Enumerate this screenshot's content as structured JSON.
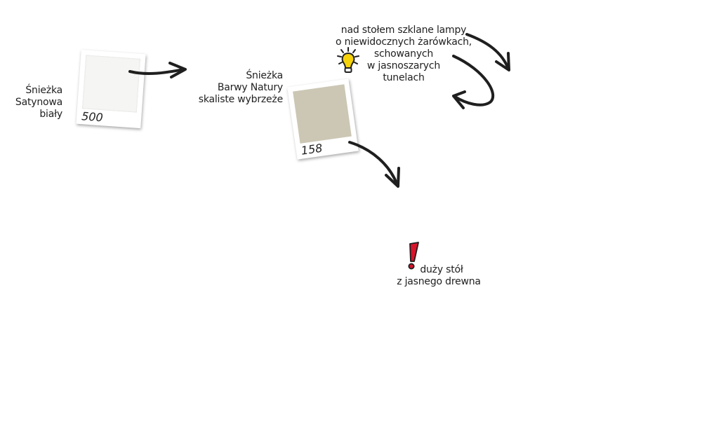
{
  "colors": {
    "swatch_white": "#f5f5f3",
    "swatch_beige": "#ccc7b4",
    "ink": "#1f1f1f",
    "bulb": "#f5d20a",
    "exclamation": "#d8142b"
  },
  "paint_1": {
    "lines": [
      "Śnieżka",
      "Satynowa",
      "biały"
    ],
    "number": "500"
  },
  "paint_2": {
    "lines": [
      "Śnieżka",
      "Barwy Natury",
      "skaliste wybrzeże"
    ],
    "number": "158"
  },
  "lamp_note": {
    "icon": "lightbulb-icon",
    "lines": [
      "nad stołem szklane lampy",
      "o niewidocznych żarówkach,",
      "schowanych",
      "w jasnoszarych",
      "tunelach"
    ]
  },
  "table_note": {
    "icon": "exclamation-icon",
    "lines": [
      "duży stół",
      "z jasnego drewna"
    ]
  }
}
